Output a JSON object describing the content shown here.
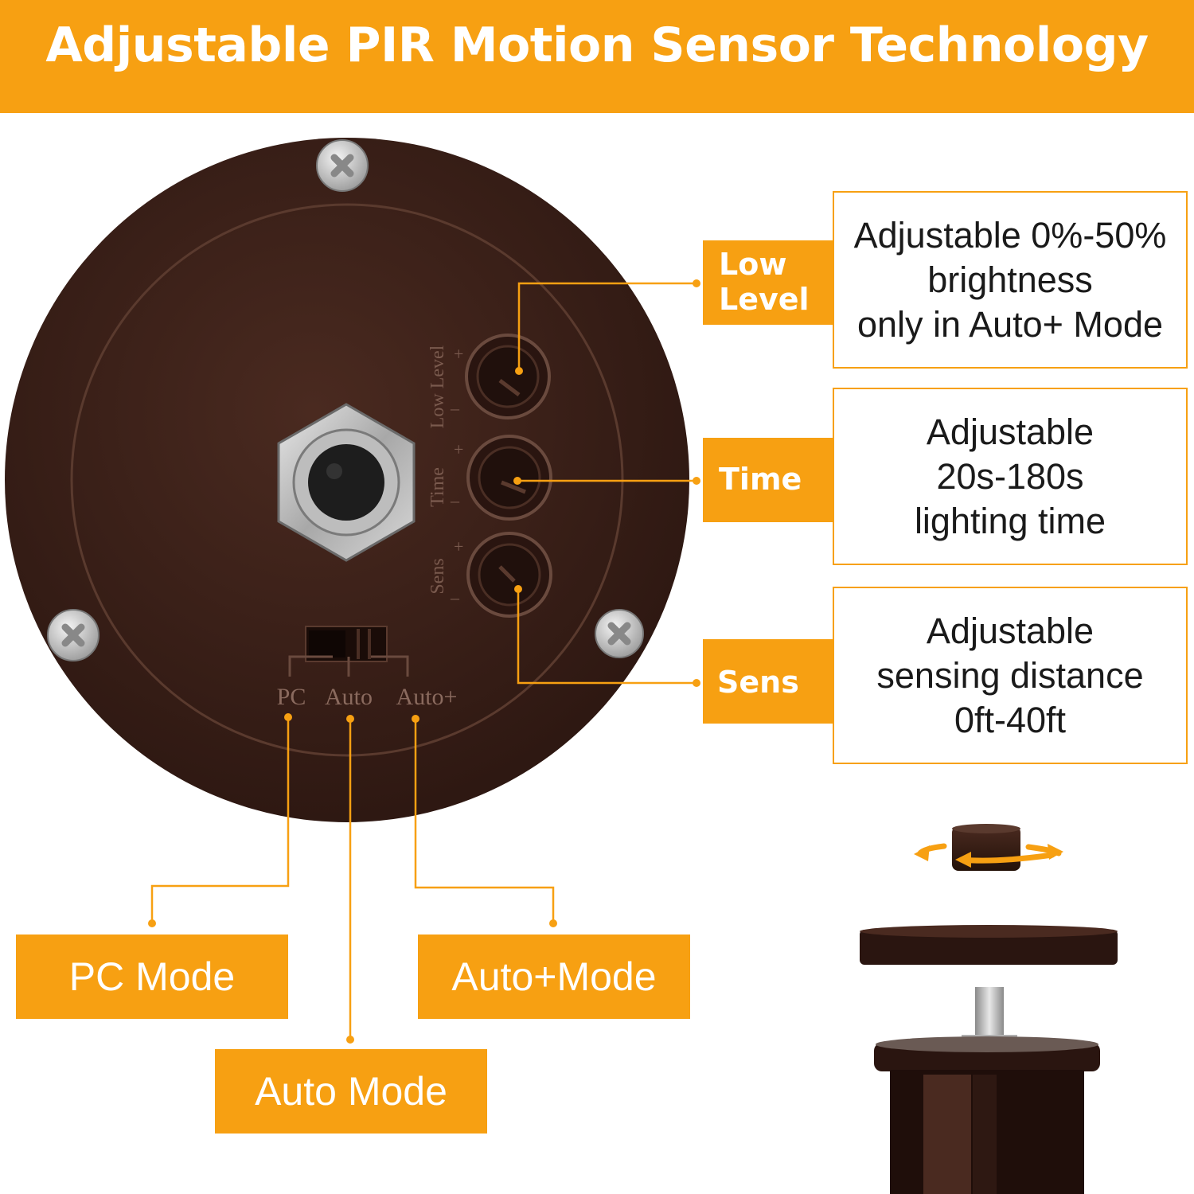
{
  "header": {
    "title": "Adjustable PIR Motion Sensor Technology"
  },
  "device_labels": {
    "low_level": "Low Level",
    "time": "Time",
    "sens": "Sens",
    "plus": "+",
    "minus": "–",
    "switch_pc": "PC",
    "switch_auto": "Auto",
    "switch_auto_plus": "Auto+"
  },
  "callouts": [
    {
      "tag_line1": "Low",
      "tag_line2": "Level",
      "desc_lines": [
        "Adjustable 0%-50%",
        "brightness",
        "only in Auto+ Mode"
      ]
    },
    {
      "tag_line1": "Time",
      "desc_lines": [
        "Adjustable",
        "20s-180s",
        "lighting time"
      ]
    },
    {
      "tag_line1": "Sens",
      "desc_lines": [
        "Adjustable",
        "sensing distance",
        "0ft-40ft"
      ]
    }
  ],
  "modes": {
    "pc": "PC Mode",
    "auto": "Auto Mode",
    "auto_plus": "Auto+Mode"
  },
  "colors": {
    "accent": "#f7a012",
    "plate": "#3a1f17",
    "text_dark": "#1a1a1a"
  }
}
